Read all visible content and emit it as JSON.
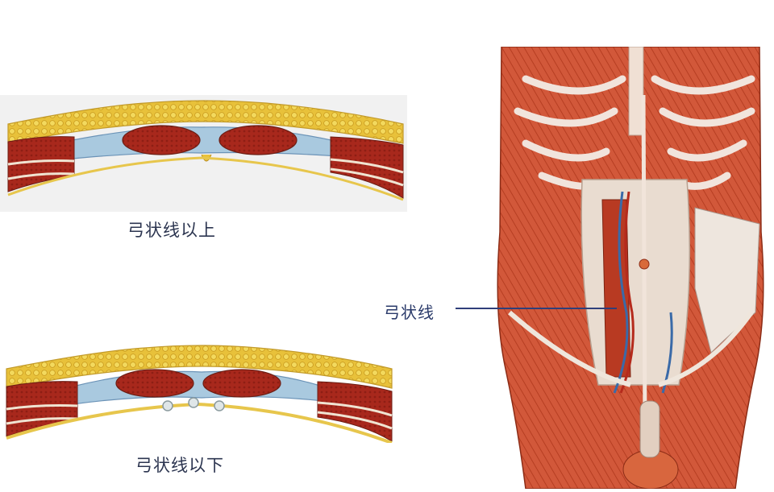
{
  "cross_section_top": {
    "caption": "弓状线以上"
  },
  "cross_section_bottom": {
    "caption": "弓状线以下"
  },
  "anatomy_figure": {
    "callout_label": "弓状线"
  },
  "colors": {
    "muscle": "#a52a1f",
    "fat": "#e9c23a",
    "fascia": "#9bbfd8",
    "label": "#2c3550"
  }
}
